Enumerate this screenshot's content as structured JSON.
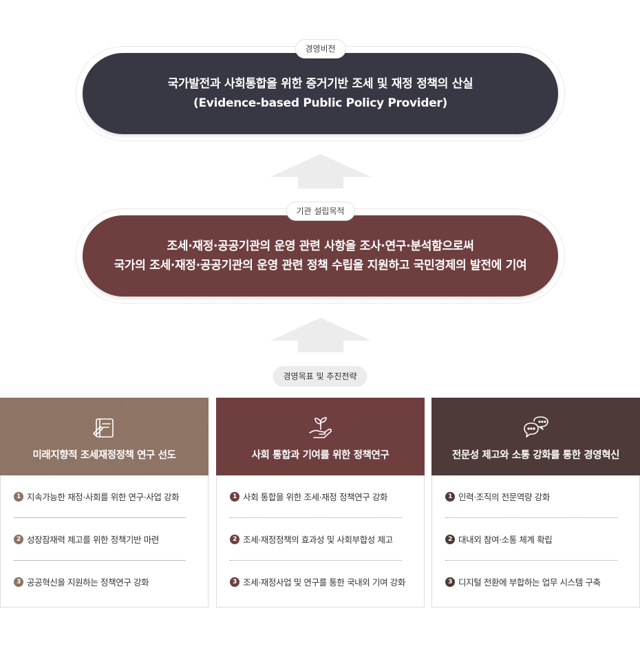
{
  "vision": {
    "tag": "경영비전",
    "line1": "국가발전과 사회통합을 위한 증거기반 조세 및 재정 정책의 산실",
    "line2": "(Evidence-based Public Policy Provider)",
    "color": "#383844"
  },
  "purpose": {
    "tag": "기관 설립목적",
    "line1": "조세·재정·공공기관의 운영 관련 사항을 조사·연구·분석함으로써",
    "line2": "국가의 조세·재정·공공기관의 운영 관련 정책 수립을 지원하고 국민경제의 발전에 기여",
    "color": "#6f3f40"
  },
  "goals_tag": "경영목표 및 추진전략",
  "columns": [
    {
      "title": "미래지향적 조세재정정책 연구 선도",
      "icon": "book-pen-icon",
      "color": "#8c7262",
      "items": [
        {
          "num": "1",
          "text": "지속가능한 재정·사회를 위한 연구·사업 강화"
        },
        {
          "num": "2",
          "text": "성장잠재력 제고를 위한 정책기반 마련"
        },
        {
          "num": "3",
          "text": "공공혁신을 지원하는 정책연구 강화"
        }
      ]
    },
    {
      "title": "사회 통합과 기여를 위한 정책연구",
      "icon": "hand-sprout-icon",
      "color": "#6f3f40",
      "items": [
        {
          "num": "1",
          "text": "사회 통합을 위한 조세·재정 정책연구 강화"
        },
        {
          "num": "2",
          "text": "조세·재정정책의 효과성 및 사회부합성 제고"
        },
        {
          "num": "3",
          "text": "조세·재정사업 및 연구를 통한 국내외 기여 강화"
        }
      ]
    },
    {
      "title": "전문성 제고와 소통 강화를 통한 경영혁신",
      "icon": "chat-bubbles-icon",
      "color": "#4e3a38",
      "items": [
        {
          "num": "1",
          "text": "인력·조직의 전문역량 강화"
        },
        {
          "num": "2",
          "text": "대내외 참여·소통 체계 확립"
        },
        {
          "num": "3",
          "text": "디지털 전환에 부합하는 업무 시스템 구축"
        }
      ]
    }
  ]
}
